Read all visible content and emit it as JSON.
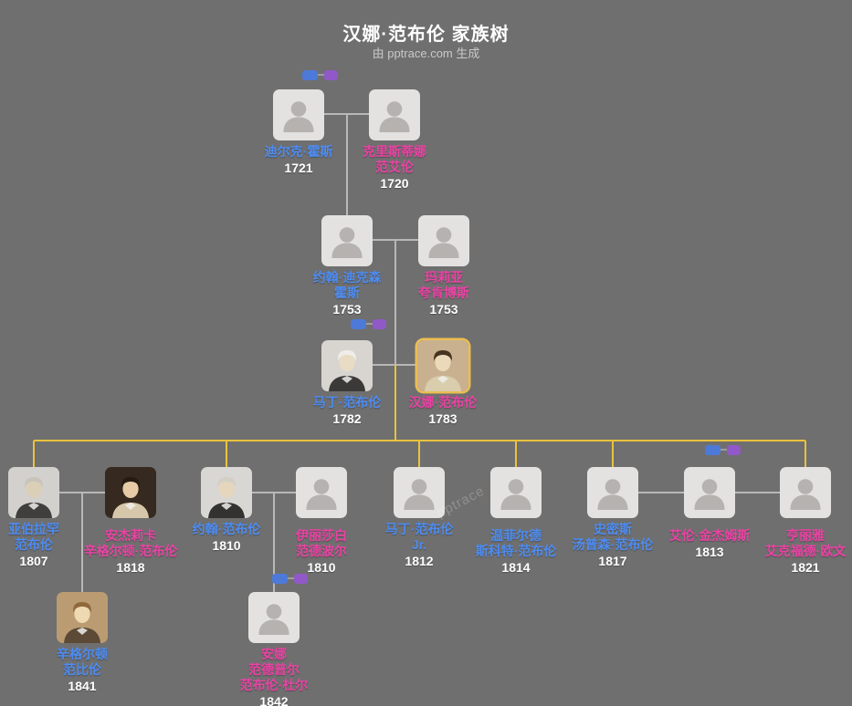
{
  "header": {
    "title": "汉娜·范布伦 家族树",
    "subtitle": "由 pptrace.com 生成"
  },
  "watermark": "pptrace",
  "colors": {
    "background": "#6f6f6f",
    "male_name": "#4e8cf0",
    "female_name": "#ea43a4",
    "year_text": "#ffffff",
    "line_gray": "#b8b8b8",
    "line_gold": "#e9c23e",
    "card_bg": "#e3e2e1",
    "silhouette": "#b5b2b0",
    "highlight_border": "#ecbe52",
    "union_blue": "#4d7ad8",
    "union_purple": "#9159c8"
  },
  "people": [
    {
      "id": "dirck",
      "lines": [
        "迪尔克·霍斯"
      ],
      "year": "1721",
      "gender": "male",
      "portrait": {
        "kind": "silhouette"
      }
    },
    {
      "id": "christina",
      "lines": [
        "克里斯蒂娜",
        "范艾伦"
      ],
      "year": "1720",
      "gender": "female",
      "portrait": {
        "kind": "silhouette"
      }
    },
    {
      "id": "johannes",
      "lines": [
        "约翰·迪克森",
        "霍斯"
      ],
      "year": "1753",
      "gender": "male",
      "portrait": {
        "kind": "silhouette"
      }
    },
    {
      "id": "maria",
      "lines": [
        "玛莉亚",
        "夸肯博斯"
      ],
      "year": "1753",
      "gender": "female",
      "portrait": {
        "kind": "silhouette"
      }
    },
    {
      "id": "martin",
      "lines": [
        "马丁·范布伦"
      ],
      "year": "1782",
      "gender": "male",
      "portrait": {
        "kind": "photo",
        "bg": "#d8d5d0",
        "skin": "#e8dcc4",
        "hair": "#efedea",
        "coat": "#3b3a38"
      }
    },
    {
      "id": "hannah",
      "lines": [
        "汉娜·范布伦"
      ],
      "year": "1783",
      "gender": "female",
      "highlight": true,
      "portrait": {
        "kind": "photo",
        "bg": "#c9b190",
        "skin": "#ecd9ba",
        "hair": "#46341f",
        "coat": "#d9cdae"
      }
    },
    {
      "id": "abraham",
      "lines": [
        "亚伯拉罕",
        "范布伦"
      ],
      "year": "1807",
      "gender": "male",
      "portrait": {
        "kind": "photo",
        "bg": "#d3d1cd",
        "skin": "#dccfb8",
        "hair": "#c9c4bb",
        "coat": "#413f3d"
      }
    },
    {
      "id": "angelica",
      "lines": [
        "安杰莉卡",
        "辛格尔顿·范布伦"
      ],
      "year": "1818",
      "gender": "female",
      "portrait": {
        "kind": "photo",
        "bg": "#362920",
        "skin": "#e6cba6",
        "hair": "#271a12",
        "coat": "#d6c6aa"
      }
    },
    {
      "id": "john",
      "lines": [
        "约翰·范布伦"
      ],
      "year": "1810",
      "gender": "male",
      "portrait": {
        "kind": "photo",
        "bg": "#d9d7d3",
        "skin": "#e5d6bd",
        "hair": "#d3cfc7",
        "coat": "#343230"
      }
    },
    {
      "id": "elizabeth",
      "lines": [
        "伊丽莎白",
        "范德波尔"
      ],
      "year": "1810",
      "gender": "female",
      "portrait": {
        "kind": "silhouette"
      }
    },
    {
      "id": "martinjr",
      "lines": [
        "马丁·范布伦",
        "Jr."
      ],
      "year": "1812",
      "gender": "male",
      "portrait": {
        "kind": "silhouette"
      }
    },
    {
      "id": "winfield",
      "lines": [
        "温菲尔德",
        "斯科特·范布伦"
      ],
      "year": "1814",
      "gender": "male",
      "portrait": {
        "kind": "silhouette"
      }
    },
    {
      "id": "smith",
      "lines": [
        "史密斯",
        "汤普森·范布伦"
      ],
      "year": "1817",
      "gender": "male",
      "portrait": {
        "kind": "silhouette"
      }
    },
    {
      "id": "ellen",
      "lines": [
        "艾伦·金杰姆斯"
      ],
      "year": "1813",
      "gender": "female",
      "portrait": {
        "kind": "silhouette"
      }
    },
    {
      "id": "henrietta",
      "lines": [
        "亨丽雅",
        "艾克福德·欧文"
      ],
      "year": "1821",
      "gender": "female",
      "portrait": {
        "kind": "silhouette"
      }
    },
    {
      "id": "singleton",
      "lines": [
        "辛格尔顿",
        "范比伦"
      ],
      "year": "1841",
      "gender": "male",
      "portrait": {
        "kind": "photo",
        "bg": "#bb9c72",
        "skin": "#eed9b2",
        "hair": "#91683c",
        "coat": "#5c4a36"
      }
    },
    {
      "id": "anna",
      "lines": [
        "安娜",
        "范德普尔",
        "范布伦·杜尔"
      ],
      "year": "1842",
      "gender": "female",
      "portrait": {
        "kind": "silhouette"
      }
    }
  ]
}
